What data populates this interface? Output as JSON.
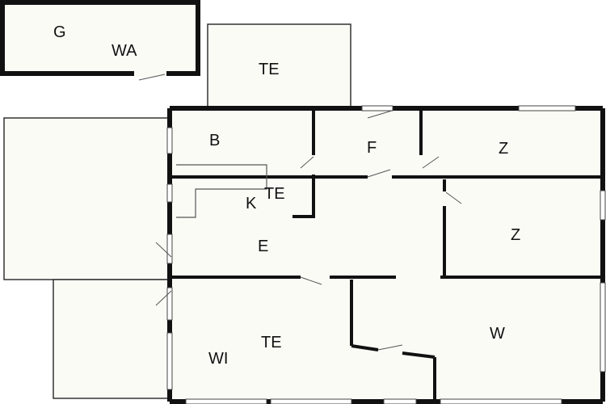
{
  "colors": {
    "wall": "#111111",
    "room_fill": "#fbfbf6",
    "thin_line": "#555555"
  },
  "rooms": {
    "g": "G",
    "wa": "WA",
    "te_top": "TE",
    "b": "B",
    "f": "F",
    "z_top": "Z",
    "te_mid": "TE",
    "k": "K",
    "e": "E",
    "z_mid": "Z",
    "wi": "WI",
    "te_bottom": "TE",
    "w": "W"
  }
}
